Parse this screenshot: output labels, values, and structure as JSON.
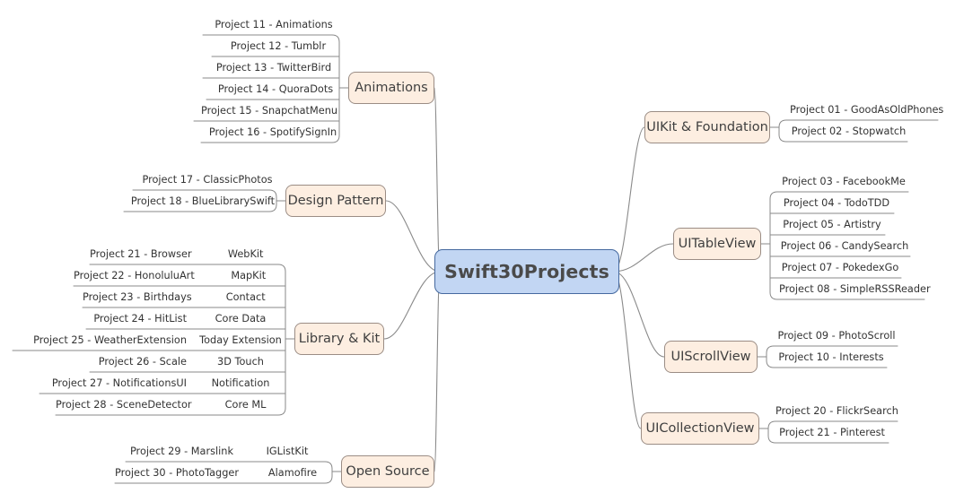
{
  "mindmap": {
    "root": {
      "label": "Swift30Projects"
    },
    "colors": {
      "root_fill": "#c2d6f3",
      "root_border": "#45699f",
      "branch_fill": "#fdeee1",
      "branch_border": "#9b8d85",
      "connector": "#8a8a8a",
      "text": "#3f3f3f",
      "background": "#ffffff"
    },
    "branches": [
      {
        "label": "Animations",
        "side": "left",
        "leaves": [
          {
            "text": "Project 11 - Animations"
          },
          {
            "text": "Project 12 - Tumblr"
          },
          {
            "text": "Project 13 - TwitterBird"
          },
          {
            "text": "Project 14 - QuoraDots"
          },
          {
            "text": "Project 15 - SnapchatMenu"
          },
          {
            "text": "Project 16 - SpotifySignIn"
          }
        ]
      },
      {
        "label": "Design Pattern",
        "side": "left",
        "leaves": [
          {
            "text": "Project 17 - ClassicPhotos"
          },
          {
            "text": "Project 18 - BlueLibrarySwift"
          }
        ]
      },
      {
        "label": "Library & Kit",
        "side": "left",
        "leaves": [
          {
            "text": "Project 21 - Browser",
            "framework": "WebKit"
          },
          {
            "text": "Project 22 - HonoluluArt",
            "framework": "MapKit"
          },
          {
            "text": "Project 23 - Birthdays",
            "framework": "Contact"
          },
          {
            "text": "Project 24 - HitList",
            "framework": "Core Data"
          },
          {
            "text": "Project 25 - WeatherExtension",
            "framework": "Today Extension"
          },
          {
            "text": "Project 26 - Scale",
            "framework": "3D Touch"
          },
          {
            "text": "Project 27 - NotificationsUI",
            "framework": "Notification"
          },
          {
            "text": "Project 28 - SceneDetector",
            "framework": "Core ML"
          }
        ]
      },
      {
        "label": "Open Source",
        "side": "left",
        "leaves": [
          {
            "text": "Project 29 - Marslink",
            "framework": "IGListKit"
          },
          {
            "text": "Project 30 - PhotoTagger",
            "framework": "Alamofire"
          }
        ]
      },
      {
        "label": "UIKit & Foundation",
        "side": "right",
        "leaves": [
          {
            "text": "Project 01 - GoodAsOldPhones"
          },
          {
            "text": "Project 02 - Stopwatch"
          }
        ]
      },
      {
        "label": "UITableView",
        "side": "right",
        "leaves": [
          {
            "text": "Project 03 - FacebookMe"
          },
          {
            "text": "Project 04 - TodoTDD"
          },
          {
            "text": "Project 05 - Artistry"
          },
          {
            "text": "Project 06 - CandySearch"
          },
          {
            "text": "Project 07 - PokedexGo"
          },
          {
            "text": "Project 08 - SimpleRSSReader"
          }
        ]
      },
      {
        "label": "UIScrollView",
        "side": "right",
        "leaves": [
          {
            "text": "Project 09 - PhotoScroll"
          },
          {
            "text": "Project 10 - Interests"
          }
        ]
      },
      {
        "label": "UICollectionView",
        "side": "right",
        "leaves": [
          {
            "text": "Project 20 - FlickrSearch"
          },
          {
            "text": "Project  21 - Pinterest"
          }
        ]
      }
    ]
  }
}
